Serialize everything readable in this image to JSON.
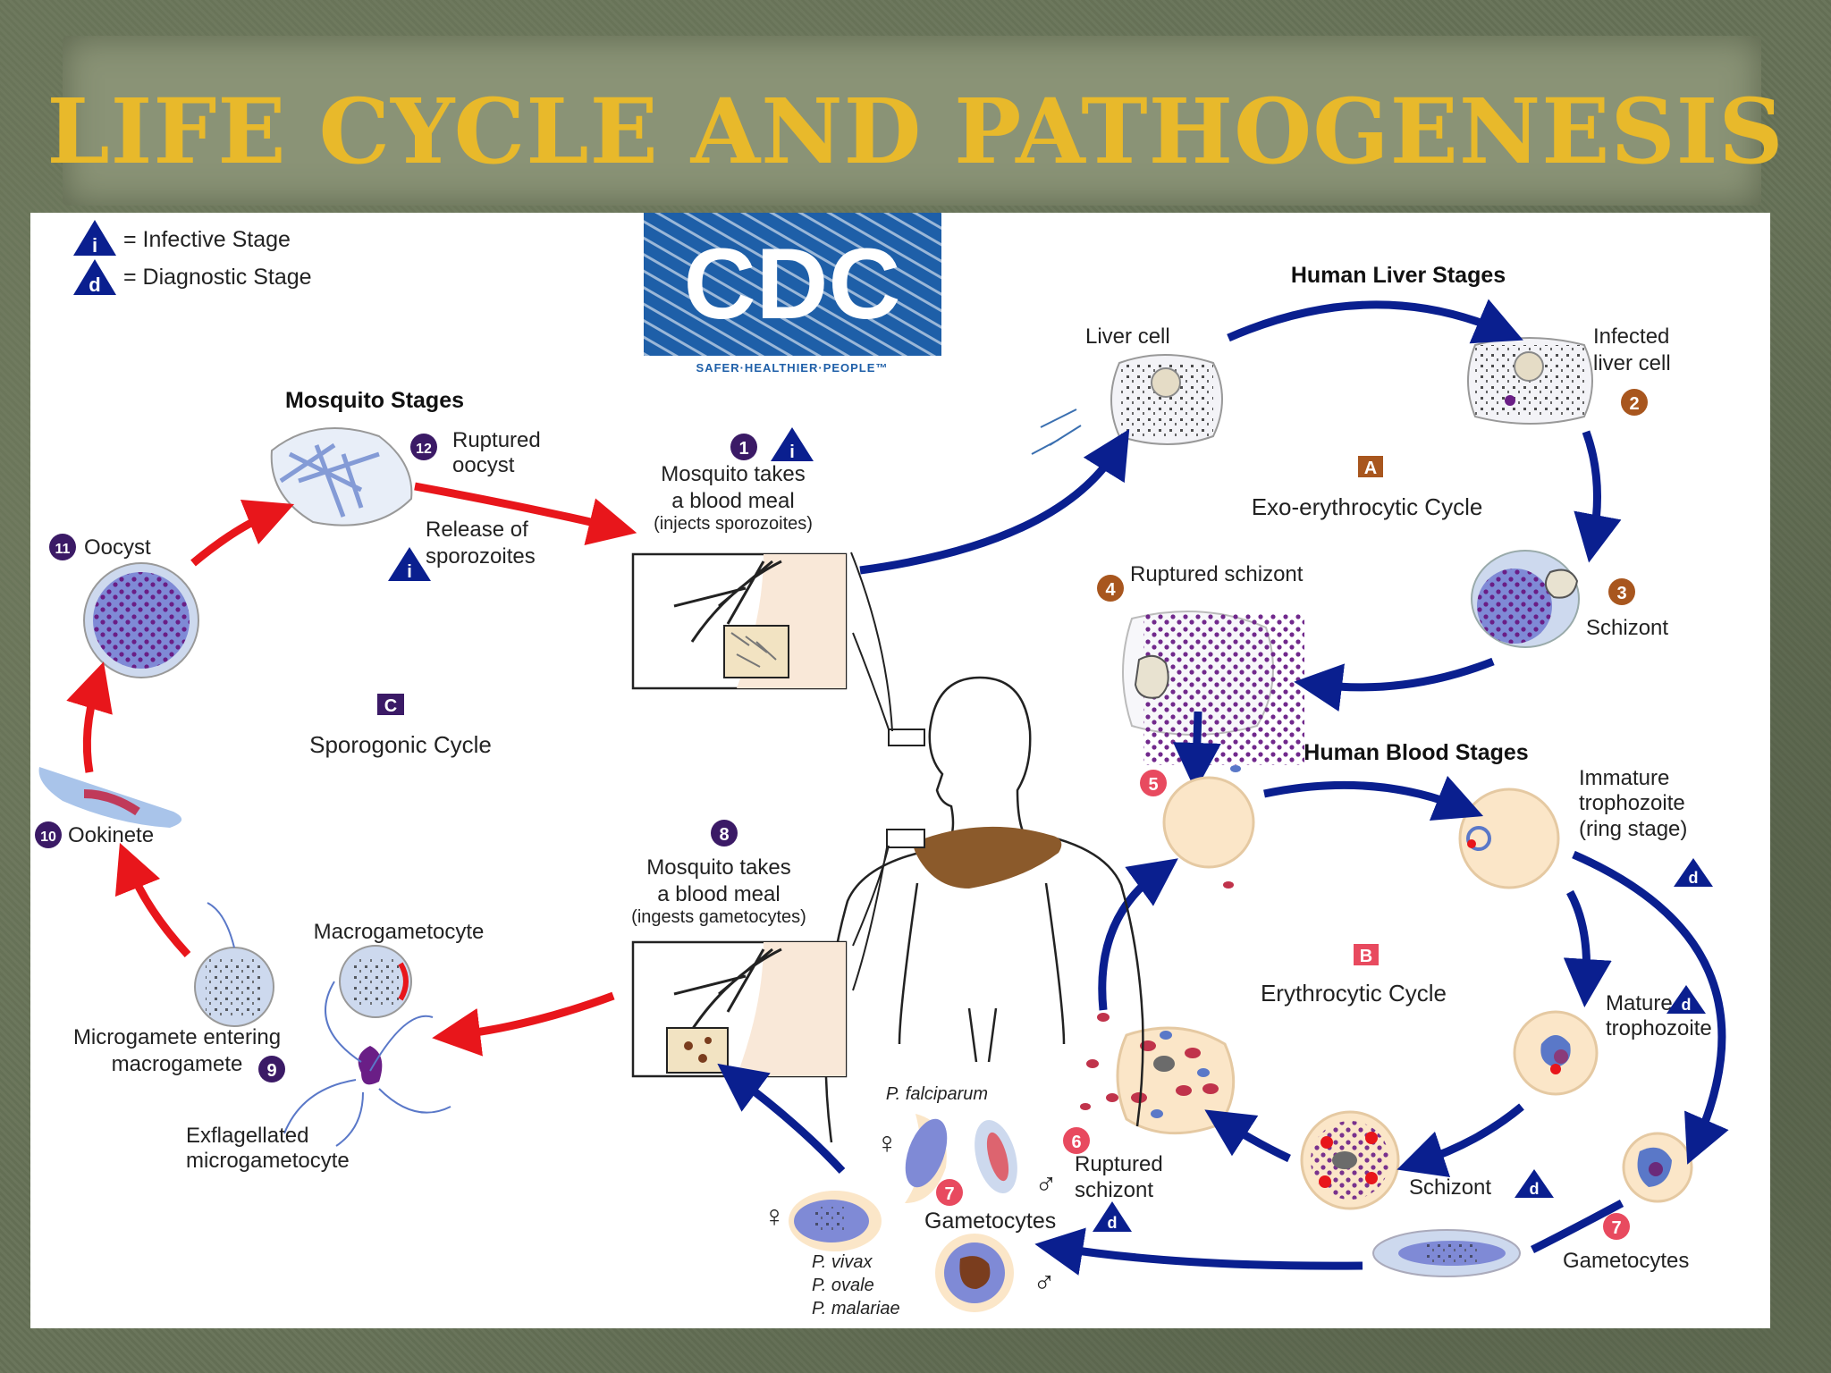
{
  "slide": {
    "title": "LIFE CYCLE AND PATHOGENESIS",
    "title_color": "#e8b92b"
  },
  "legend": {
    "infective_letter": "i",
    "infective_label": "= Infective Stage",
    "diagnostic_letter": "d",
    "diagnostic_label": "= Diagnostic Stage"
  },
  "logo": {
    "text": "CDC",
    "tagline": "SAFER·HEALTHIER·PEOPLE™"
  },
  "sections": {
    "liver": "Human Liver Stages",
    "blood": "Human Blood Stages",
    "mosquito": "Mosquito Stages"
  },
  "cycles": {
    "a_letter": "A",
    "a_label": "Exo-erythrocytic Cycle",
    "b_letter": "B",
    "b_label": "Erythrocytic Cycle",
    "c_letter": "C",
    "c_label": "Sporogonic Cycle"
  },
  "stages": {
    "liver_cell": "Liver cell",
    "infected_liver_cell_1": "Infected",
    "infected_liver_cell_2": "liver cell",
    "n2": "2",
    "n3": "3",
    "schizont": "Schizont",
    "n4": "4",
    "ruptured_schizont_liver": "Ruptured schizont",
    "n5": "5",
    "immature_1": "Immature",
    "immature_2": "trophozoite",
    "immature_3": "(ring stage)",
    "mature_1": "Mature",
    "mature_2": "trophozoite",
    "blood_schizont": "Schizont",
    "n6": "6",
    "ruptured_1": "Ruptured",
    "ruptured_2": "schizont",
    "n7a": "7",
    "gametocytes_right": "Gametocytes",
    "n7b": "7",
    "gametocytes_center": "Gametocytes",
    "p_falciparum": "P. falciparum",
    "p_vivax": "P. vivax",
    "p_ovale": "P. ovale",
    "p_malariae": "P. malariae",
    "female": "♀",
    "male": "♂",
    "n1": "1",
    "meal1_1": "Mosquito takes",
    "meal1_2": "a blood meal",
    "meal1_3": "(injects sporozoites)",
    "n8": "8",
    "meal8_1": "Mosquito takes",
    "meal8_2": "a blood meal",
    "meal8_3": "(ingests gametocytes)",
    "n9": "9",
    "macrogametocyte": "Macrogametocyte",
    "microgamete_1": "Microgamete entering",
    "microgamete_2": "macrogamete",
    "exflag_1": "Exflagellated",
    "exflag_2": "microgametocyte",
    "n10": "10",
    "ookinete": "Ookinete",
    "n11": "11",
    "oocyst": "Oocyst",
    "n12": "12",
    "ruptured_oocyst_1": "Ruptured",
    "ruptured_oocyst_2": "oocyst",
    "release_1": "Release of",
    "release_2": "sporozoites"
  },
  "colors": {
    "arrow_blue": "#0a1f8f",
    "arrow_red": "#e8161b",
    "parasite_purple": "#6a1e86",
    "cdc_blue": "#1e5fa8",
    "liver_brown": "#8b5a2b",
    "rbc": "#fbe6c8"
  }
}
